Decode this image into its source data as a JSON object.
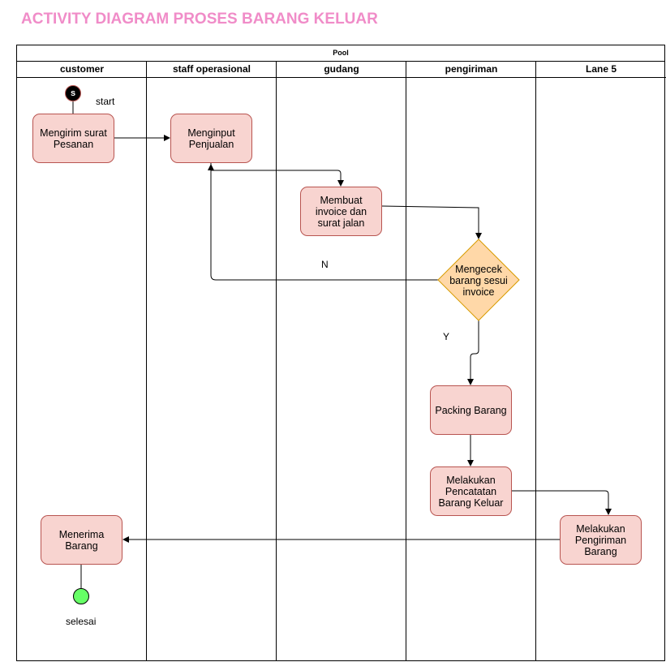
{
  "title": "ACTIVITY DIAGRAM PROSES BARANG KELUAR",
  "pool": {
    "label": "Pool",
    "lanes": [
      "customer",
      "staff operasional",
      "gudang",
      "pengiriman",
      "Lane 5"
    ]
  },
  "start": {
    "symbol": "s",
    "label": "start"
  },
  "end": {
    "label": "selesai"
  },
  "nodes": {
    "mengirim": "Mengirim surat Pesanan",
    "menginput": "Menginput Penjualan",
    "membuat": "Membuat invoice dan surat jalan",
    "mengecek": "Mengecek barang sesui invoice",
    "packing": "Packing Barang",
    "pencatatan": "Melakukan Pencatatan Barang Keluar",
    "pengiriman": "Melakukan Pengiriman Barang",
    "menerima": "Menerima Barang"
  },
  "edges": {
    "no": "N",
    "yes": "Y"
  },
  "colors": {
    "title": "#f08cc8",
    "activity_fill": "#f8d4d0",
    "activity_stroke": "#b85450",
    "decision_fill": "#ffd8a8",
    "decision_stroke": "#d79b00",
    "end_fill": "#66ff66"
  }
}
